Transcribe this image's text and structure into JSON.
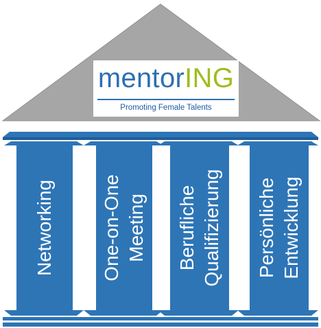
{
  "logo": {
    "word_part1": "mentor",
    "word_part2": "ING",
    "tagline": "Promoting Female Talents"
  },
  "pillars": [
    {
      "line1": "Networking",
      "line2": ""
    },
    {
      "line1": "One-on-One",
      "line2": "Meeting"
    },
    {
      "line1": "Berufliche",
      "line2": "Qualifizierung"
    },
    {
      "line1": "Persönliche",
      "line2": "Entwicklung"
    }
  ],
  "colors": {
    "roof": "#a6a6a6",
    "pillar": "#2e75b6",
    "pillar_edge": "#1f5f99",
    "logo_blue": "#2e6fb0",
    "logo_green": "#9ebd1c"
  }
}
